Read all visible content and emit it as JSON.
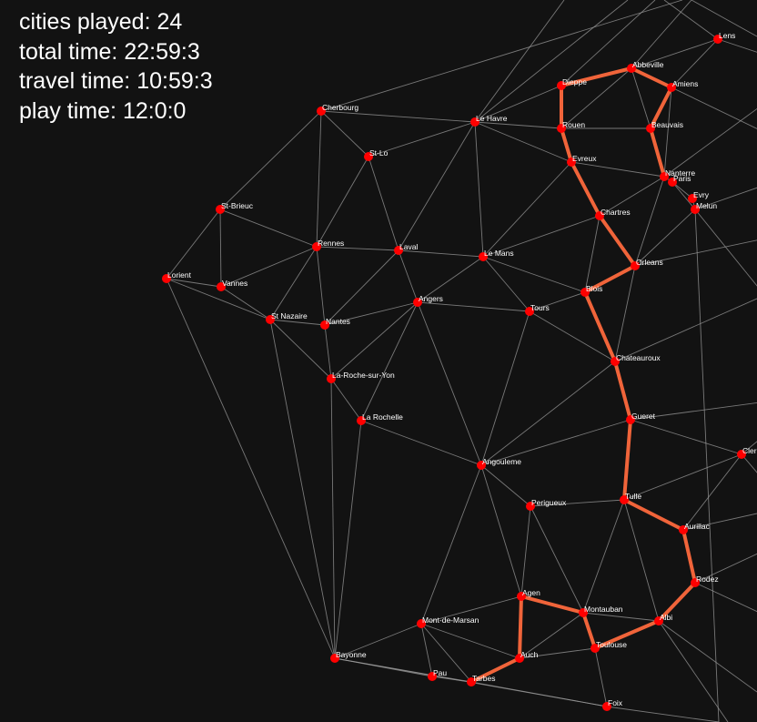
{
  "stats": {
    "cities_played_label": "cities played:",
    "cities_played": "24",
    "total_time_label": "total time:",
    "total_time": "22:59:3",
    "travel_time_label": "travel time:",
    "travel_time": "10:59:3",
    "play_time_label": "play time:",
    "play_time": "12:0:0"
  },
  "colors": {
    "background": "#121212",
    "route": "#f0643a",
    "city": "#ff0000",
    "edge": "#9a9a9a",
    "text": "#ffffff"
  },
  "cities": [
    {
      "id": "lens",
      "name": "Lens"
    },
    {
      "id": "abbeville",
      "name": "Abbeville"
    },
    {
      "id": "dieppe",
      "name": "Dieppe"
    },
    {
      "id": "amiens",
      "name": "Amiens"
    },
    {
      "id": "cherbourg",
      "name": "Cherbourg"
    },
    {
      "id": "le-havre",
      "name": "Le Havre"
    },
    {
      "id": "rouen",
      "name": "Rouen"
    },
    {
      "id": "beauvais",
      "name": "Beauvais"
    },
    {
      "id": "st-lo",
      "name": "St-Lo"
    },
    {
      "id": "evreux",
      "name": "Evreux"
    },
    {
      "id": "nanterre",
      "name": "Nanterre"
    },
    {
      "id": "paris",
      "name": "Paris"
    },
    {
      "id": "evry",
      "name": "Evry"
    },
    {
      "id": "melun",
      "name": "Melun"
    },
    {
      "id": "st-brieuc",
      "name": "St-Brieuc"
    },
    {
      "id": "chartres",
      "name": "Chartres"
    },
    {
      "id": "rennes",
      "name": "Rennes"
    },
    {
      "id": "laval",
      "name": "Laval"
    },
    {
      "id": "le-mans",
      "name": "Le Mans"
    },
    {
      "id": "orleans",
      "name": "Orleans"
    },
    {
      "id": "lorient",
      "name": "Lorient"
    },
    {
      "id": "vannes",
      "name": "Vannes"
    },
    {
      "id": "blois",
      "name": "Blois"
    },
    {
      "id": "angers",
      "name": "Angers"
    },
    {
      "id": "tours",
      "name": "Tours"
    },
    {
      "id": "st-nazaire",
      "name": "St Nazaire"
    },
    {
      "id": "nantes",
      "name": "Nantes"
    },
    {
      "id": "chateauroux",
      "name": "Chateauroux"
    },
    {
      "id": "la-roche-sur-yon",
      "name": "La-Roche-sur-Yon"
    },
    {
      "id": "la-rochelle",
      "name": "La Rochelle"
    },
    {
      "id": "gueret",
      "name": "Gueret"
    },
    {
      "id": "clermont",
      "name": "Clerm"
    },
    {
      "id": "angouleme",
      "name": "Angouleme"
    },
    {
      "id": "tulle",
      "name": "Tulle"
    },
    {
      "id": "perigueux",
      "name": "Perigueux"
    },
    {
      "id": "aurillac",
      "name": "Aurillac"
    },
    {
      "id": "rodez",
      "name": "Rodez"
    },
    {
      "id": "agen",
      "name": "Agen"
    },
    {
      "id": "montauban",
      "name": "Montauban"
    },
    {
      "id": "albi",
      "name": "Albi"
    },
    {
      "id": "mont-de-marsan",
      "name": "Mont-de-Marsan"
    },
    {
      "id": "toulouse",
      "name": "Toulouse"
    },
    {
      "id": "auch",
      "name": "Auch"
    },
    {
      "id": "bayonne",
      "name": "Bayonne"
    },
    {
      "id": "pau",
      "name": "Pau"
    },
    {
      "id": "tarbes",
      "name": "Tarbes"
    },
    {
      "id": "foix",
      "name": "Foix"
    }
  ],
  "edges": [
    [
      "cherbourg",
      "st-lo"
    ],
    [
      "cherbourg",
      "le-havre"
    ],
    [
      "cherbourg",
      "st-brieuc"
    ],
    [
      "cherbourg",
      "rennes"
    ],
    [
      "st-lo",
      "rennes"
    ],
    [
      "st-lo",
      "laval"
    ],
    [
      "st-lo",
      "le-havre"
    ],
    [
      "le-havre",
      "rouen"
    ],
    [
      "le-havre",
      "dieppe"
    ],
    [
      "le-havre",
      "le-mans"
    ],
    [
      "le-havre",
      "laval"
    ],
    [
      "le-havre",
      "evreux"
    ],
    [
      "dieppe",
      "rouen"
    ],
    [
      "dieppe",
      "abbeville"
    ],
    [
      "abbeville",
      "amiens"
    ],
    [
      "abbeville",
      "beauvais"
    ],
    [
      "abbeville",
      "rouen"
    ],
    [
      "abbeville",
      "lens"
    ],
    [
      "amiens",
      "lens"
    ],
    [
      "amiens",
      "beauvais"
    ],
    [
      "amiens",
      "nanterre"
    ],
    [
      "rouen",
      "beauvais"
    ],
    [
      "rouen",
      "evreux"
    ],
    [
      "beauvais",
      "nanterre"
    ],
    [
      "evreux",
      "nanterre"
    ],
    [
      "evreux",
      "chartres"
    ],
    [
      "evreux",
      "le-mans"
    ],
    [
      "nanterre",
      "paris"
    ],
    [
      "nanterre",
      "chartres"
    ],
    [
      "nanterre",
      "orleans"
    ],
    [
      "paris",
      "evry"
    ],
    [
      "paris",
      "melun"
    ],
    [
      "evry",
      "melun"
    ],
    [
      "melun",
      "orleans"
    ],
    [
      "chartres",
      "orleans"
    ],
    [
      "chartres",
      "le-mans"
    ],
    [
      "chartres",
      "blois"
    ],
    [
      "st-brieuc",
      "rennes"
    ],
    [
      "st-brieuc",
      "vannes"
    ],
    [
      "st-brieuc",
      "lorient"
    ],
    [
      "rennes",
      "laval"
    ],
    [
      "rennes",
      "vannes"
    ],
    [
      "rennes",
      "st-nazaire"
    ],
    [
      "rennes",
      "nantes"
    ],
    [
      "laval",
      "le-mans"
    ],
    [
      "laval",
      "angers"
    ],
    [
      "laval",
      "nantes"
    ],
    [
      "le-mans",
      "angers"
    ],
    [
      "le-mans",
      "tours"
    ],
    [
      "le-mans",
      "blois"
    ],
    [
      "lorient",
      "vannes"
    ],
    [
      "lorient",
      "st-nazaire"
    ],
    [
      "lorient",
      "bayonne"
    ],
    [
      "vannes",
      "st-nazaire"
    ],
    [
      "st-nazaire",
      "nantes"
    ],
    [
      "st-nazaire",
      "la-roche-sur-yon"
    ],
    [
      "st-nazaire",
      "bayonne"
    ],
    [
      "nantes",
      "angers"
    ],
    [
      "nantes",
      "la-roche-sur-yon"
    ],
    [
      "angers",
      "tours"
    ],
    [
      "angers",
      "la-roche-sur-yon"
    ],
    [
      "angers",
      "la-rochelle"
    ],
    [
      "angers",
      "angouleme"
    ],
    [
      "tours",
      "blois"
    ],
    [
      "tours",
      "chateauroux"
    ],
    [
      "tours",
      "angouleme"
    ],
    [
      "blois",
      "orleans"
    ],
    [
      "blois",
      "chateauroux"
    ],
    [
      "orleans",
      "chateauroux"
    ],
    [
      "la-roche-sur-yon",
      "la-rochelle"
    ],
    [
      "la-roche-sur-yon",
      "bayonne"
    ],
    [
      "la-rochelle",
      "angouleme"
    ],
    [
      "la-rochelle",
      "bayonne"
    ],
    [
      "chateauroux",
      "gueret"
    ],
    [
      "chateauroux",
      "angouleme"
    ],
    [
      "gueret",
      "angouleme"
    ],
    [
      "gueret",
      "tulle"
    ],
    [
      "gueret",
      "clermont"
    ],
    [
      "angouleme",
      "perigueux"
    ],
    [
      "angouleme",
      "mont-de-marsan"
    ],
    [
      "angouleme",
      "agen"
    ],
    [
      "perigueux",
      "tulle"
    ],
    [
      "perigueux",
      "agen"
    ],
    [
      "perigueux",
      "montauban"
    ],
    [
      "tulle",
      "aurillac"
    ],
    [
      "tulle",
      "montauban"
    ],
    [
      "tulle",
      "albi"
    ],
    [
      "tulle",
      "clermont"
    ],
    [
      "aurillac",
      "rodez"
    ],
    [
      "aurillac",
      "clermont"
    ],
    [
      "rodez",
      "albi"
    ],
    [
      "agen",
      "montauban"
    ],
    [
      "agen",
      "auch"
    ],
    [
      "agen",
      "mont-de-marsan"
    ],
    [
      "montauban",
      "toulouse"
    ],
    [
      "montauban",
      "albi"
    ],
    [
      "montauban",
      "auch"
    ],
    [
      "albi",
      "toulouse"
    ],
    [
      "toulouse",
      "auch"
    ],
    [
      "toulouse",
      "foix"
    ],
    [
      "mont-de-marsan",
      "auch"
    ],
    [
      "mont-de-marsan",
      "pau"
    ],
    [
      "mont-de-marsan",
      "bayonne"
    ],
    [
      "mont-de-marsan",
      "tarbes"
    ],
    [
      "auch",
      "tarbes"
    ],
    [
      "pau",
      "tarbes"
    ],
    [
      "pau",
      "bayonne"
    ],
    [
      "bayonne",
      "tarbes"
    ],
    [
      "bayonne",
      "foix"
    ],
    [
      "tarbes",
      "foix"
    ]
  ],
  "route": [
    "dieppe",
    "abbeville",
    "amiens",
    "beauvais",
    "nanterre",
    "paris",
    "evry",
    "melun"
  ],
  "route_segments": [
    [
      "rouen",
      "dieppe"
    ],
    [
      "dieppe",
      "abbeville"
    ],
    [
      "abbeville",
      "amiens"
    ],
    [
      "amiens",
      "beauvais"
    ],
    [
      "beauvais",
      "nanterre"
    ],
    [
      "rouen",
      "evreux"
    ],
    [
      "evreux",
      "chartres"
    ],
    [
      "chartres",
      "orleans"
    ],
    [
      "orleans",
      "blois"
    ],
    [
      "blois",
      "chateauroux"
    ],
    [
      "chateauroux",
      "gueret"
    ],
    [
      "gueret",
      "tulle"
    ],
    [
      "tulle",
      "aurillac"
    ],
    [
      "aurillac",
      "rodez"
    ],
    [
      "rodez",
      "albi"
    ],
    [
      "albi",
      "toulouse"
    ],
    [
      "toulouse",
      "montauban"
    ],
    [
      "montauban",
      "agen"
    ],
    [
      "agen",
      "auch"
    ],
    [
      "auch",
      "tarbes"
    ]
  ]
}
